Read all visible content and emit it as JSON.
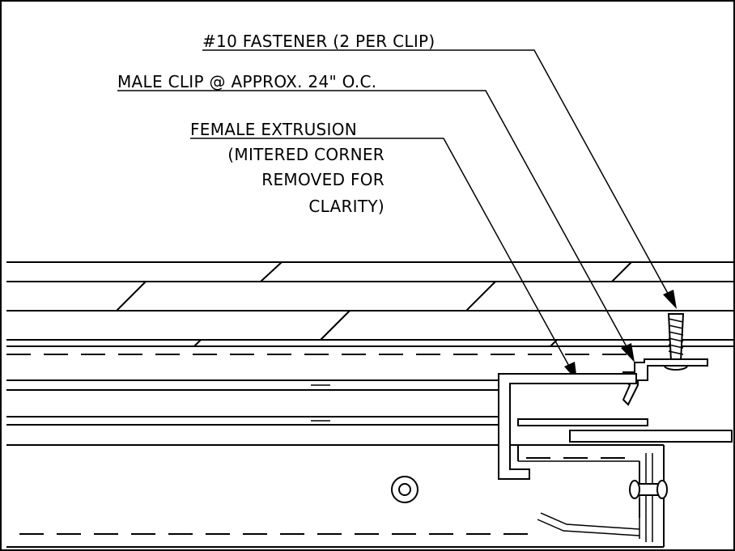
{
  "callouts": {
    "fastener": "#10 FASTENER (2 PER CLIP)",
    "male_clip": "MALE CLIP @ APPROX. 24\" O.C.",
    "female_extrusion": {
      "line1": "FEMALE EXTRUSION",
      "line2": "(MITERED CORNER",
      "line3": "REMOVED FOR",
      "line4": "CLARITY)"
    }
  },
  "colors": {
    "ink": "#000000",
    "background": "#ffffff"
  }
}
